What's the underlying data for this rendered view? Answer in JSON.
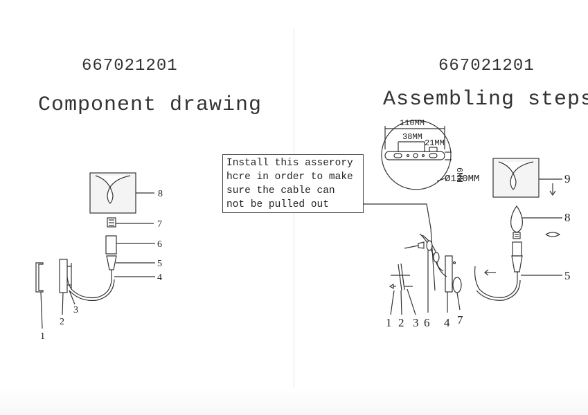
{
  "left": {
    "model": "667021201",
    "title": "Component drawing",
    "labels": [
      "1",
      "2",
      "3",
      "4",
      "5",
      "6",
      "7",
      "8"
    ]
  },
  "right": {
    "model": "667021201",
    "title": "Assembling steps",
    "note_lines": [
      "Install this asserory",
      "hcre in order to make",
      "sure the cable can",
      "not be pulled out"
    ],
    "dimensions": {
      "width": "110MM",
      "spacing": "38MM",
      "offset": "21MM",
      "thickness": "6MM",
      "diameter": "Ø120MM"
    },
    "labels": [
      "1",
      "2",
      "3",
      "6",
      "4",
      "7",
      "5",
      "8",
      "9"
    ]
  }
}
